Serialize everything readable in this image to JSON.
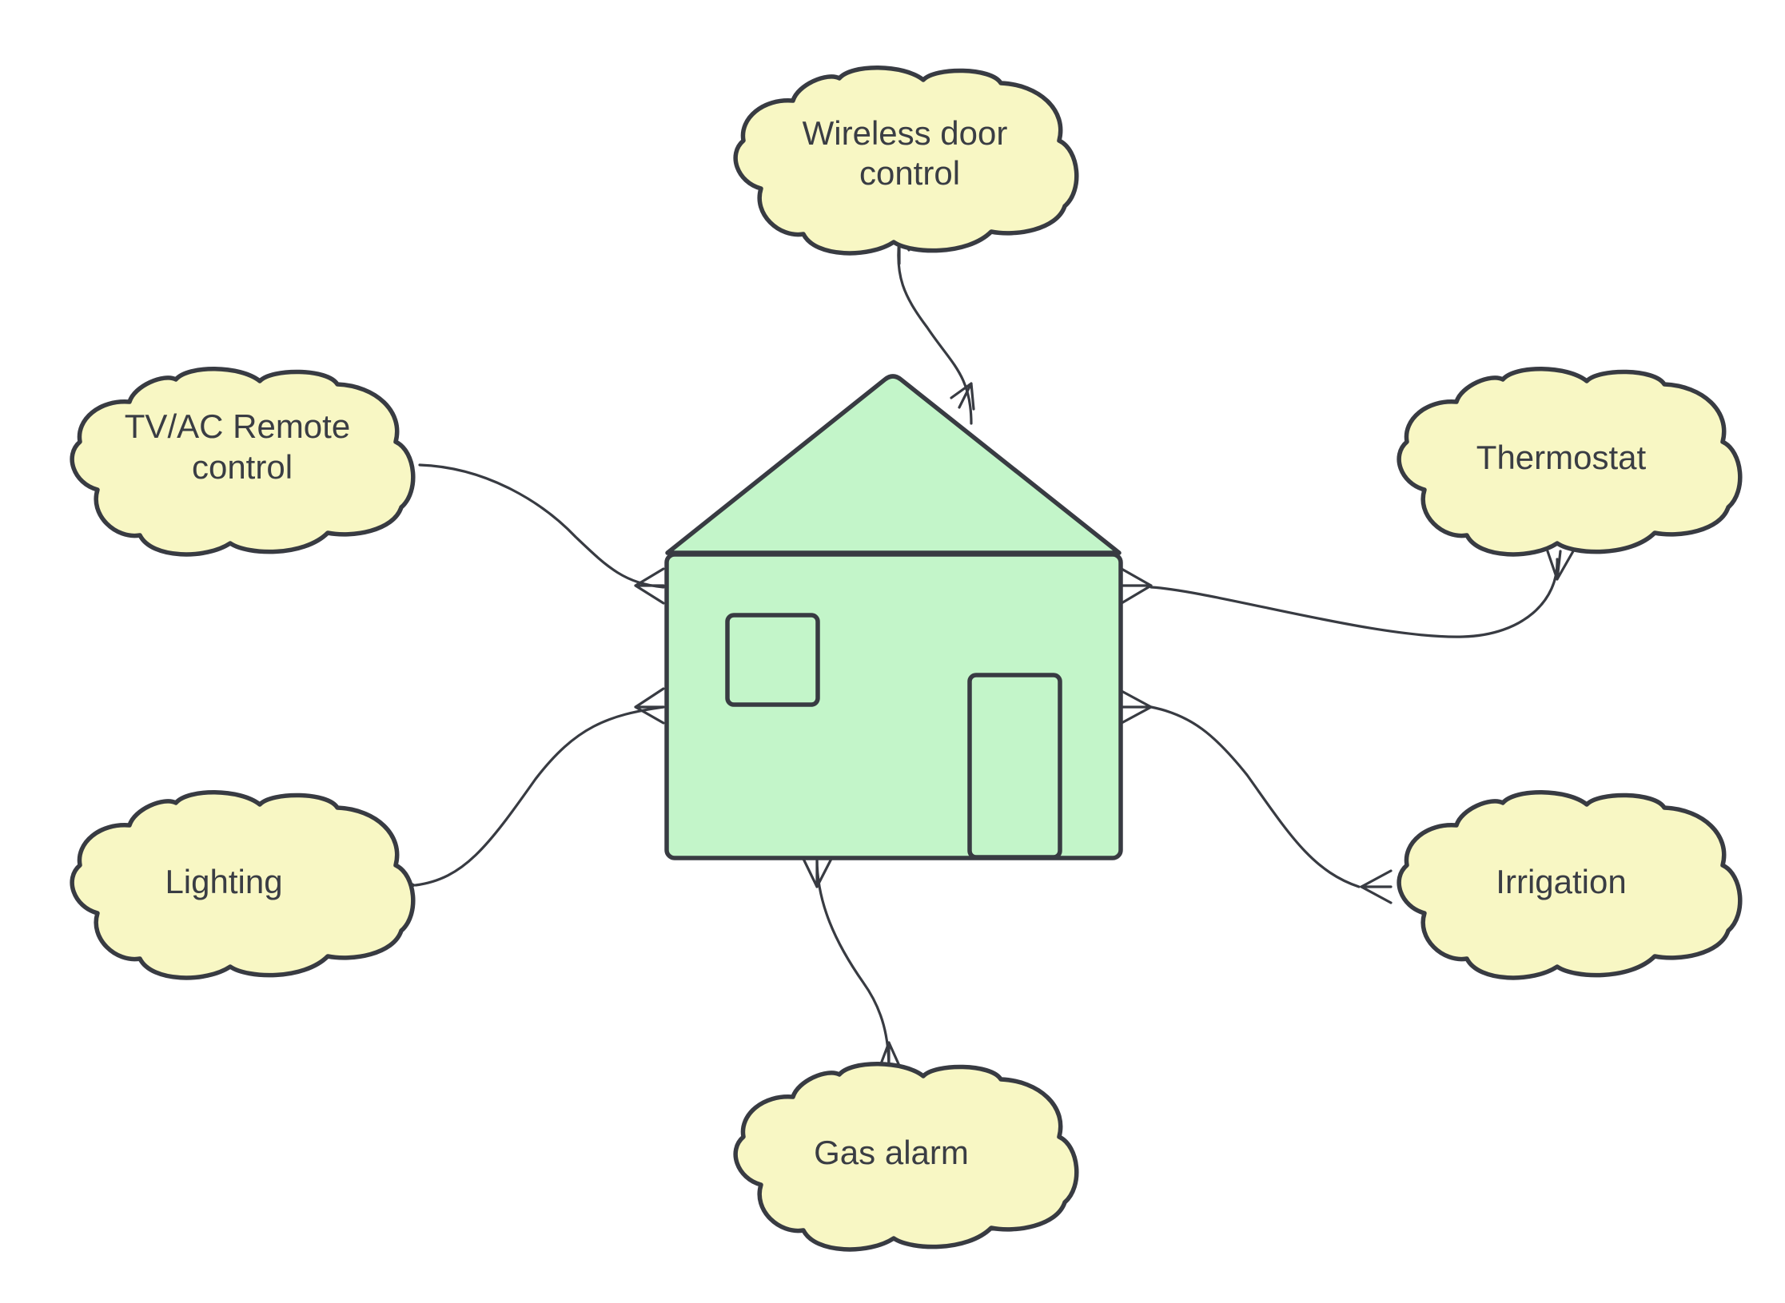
{
  "colors": {
    "cloud_fill": "#f8f7c4",
    "house_fill": "#c3f5c9",
    "stroke": "#383b42",
    "text": "#3a3d44"
  },
  "hub": {
    "shape": "house"
  },
  "nodes": {
    "door": {
      "line1": "Wireless door",
      "line2": "control"
    },
    "remote": {
      "line1": "TV/AC Remote",
      "line2": "control"
    },
    "thermostat": {
      "line1": "Thermostat"
    },
    "lighting": {
      "line1": "Lighting"
    },
    "irrigation": {
      "line1": "Irrigation"
    },
    "gas": {
      "line1": "Gas alarm"
    }
  },
  "connections": [
    {
      "from": "house",
      "to": "door",
      "end": "crows-foot-both"
    },
    {
      "from": "house",
      "to": "remote",
      "end": "crows-foot-both"
    },
    {
      "from": "house",
      "to": "thermostat",
      "end": "crows-foot-both"
    },
    {
      "from": "house",
      "to": "lighting",
      "end": "crows-foot-both"
    },
    {
      "from": "house",
      "to": "irrigation",
      "end": "crows-foot-both"
    },
    {
      "from": "house",
      "to": "gas",
      "end": "crows-foot-both"
    }
  ]
}
